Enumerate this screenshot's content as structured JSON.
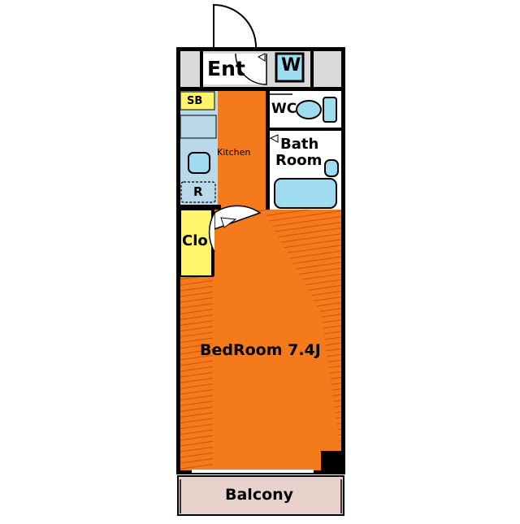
{
  "rooms": {
    "entrance": "Ent",
    "washer": "W",
    "shoe_box": "SB",
    "wc": "WC",
    "kitchen": "Kitchen",
    "bath_line1": "Bath",
    "bath_line2": "Room",
    "refrigerator": "R",
    "closet": "Clo",
    "bedroom": "BedRoom 7.4J",
    "balcony": "Balcony"
  },
  "colors": {
    "wall": "#000000",
    "bedroom_floor": "#f57a1c",
    "kitchen_floor": "#f57a1c",
    "hatch": "#c24a06",
    "entrance_floor": "#d9d9d9",
    "balcony_floor": "#e8d2cc",
    "utility_panel": "#b9d9ea",
    "fixture": "#9fdcef",
    "closet": "#fff46a",
    "shoe_box": "#fff46a"
  }
}
